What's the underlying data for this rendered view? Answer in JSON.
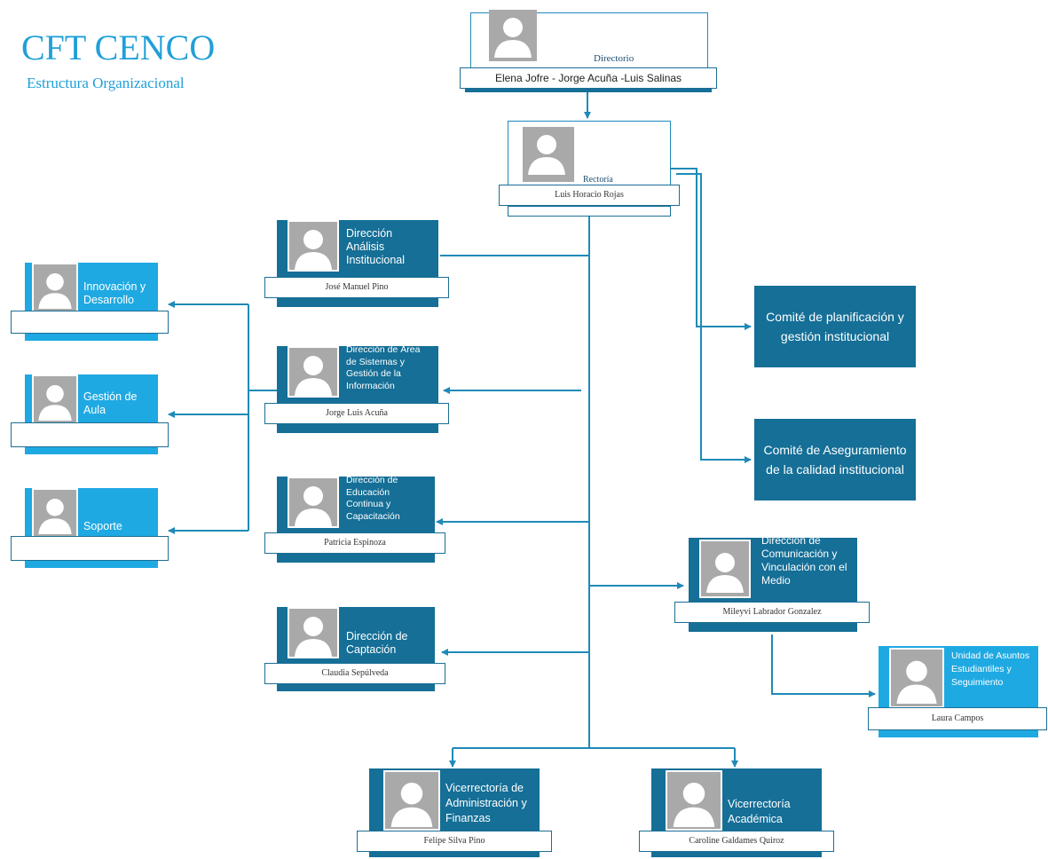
{
  "header": {
    "title": "CFT CENCO",
    "subtitle": "Estructura Organizacional"
  },
  "colors": {
    "dark": "#156f97",
    "light": "#1fa9e2",
    "line": "#1f8ab8",
    "title": "#1f9fd8"
  },
  "nodes": {
    "directorio": {
      "role": "Directorio",
      "name": "Elena Jofre  - Jorge Acuña -Luis Salinas"
    },
    "rectoria": {
      "role": "Rectoría",
      "name": "Luis Horacio Rojas"
    },
    "analisis": {
      "role": "Dirección Análisis Institucional",
      "name": "José Manuel Pino"
    },
    "sistemas": {
      "role": "Dirección de Área de Sistemas y Gestión de la Información",
      "name": "Jorge Luis Acuña"
    },
    "educacion": {
      "role": "Dirección de Educación Continua y Capacitación",
      "name": "Patricia Espinoza"
    },
    "captacion": {
      "role": "Dirección de Captación",
      "name": "Claudia Sepúlveda"
    },
    "innovacion": {
      "role": "Innovación y Desarrollo"
    },
    "gestion_aula": {
      "role": "Gestión de Aula"
    },
    "soporte": {
      "role": "Soporte"
    },
    "comunicacion": {
      "role": "Dirección de Comunicación y Vinculación con el Medio",
      "name": "Mileyvi Labrador Gonzalez"
    },
    "asuntos": {
      "role": "Unidad de Asuntos Estudiantiles y Seguimiento",
      "name": "Laura Campos"
    },
    "administracion": {
      "role": "Vicerrectoría de Administración y Finanzas",
      "name": "Felipe Silva Pino"
    },
    "academica": {
      "role": "Vicerrectoría Académica",
      "name": "Caroline Galdames Quiroz"
    }
  },
  "committees": {
    "planificacion": "Comité de planificación y gestión institucional",
    "aseguramiento": "Comité de Aseguramiento de la calidad institucional"
  }
}
